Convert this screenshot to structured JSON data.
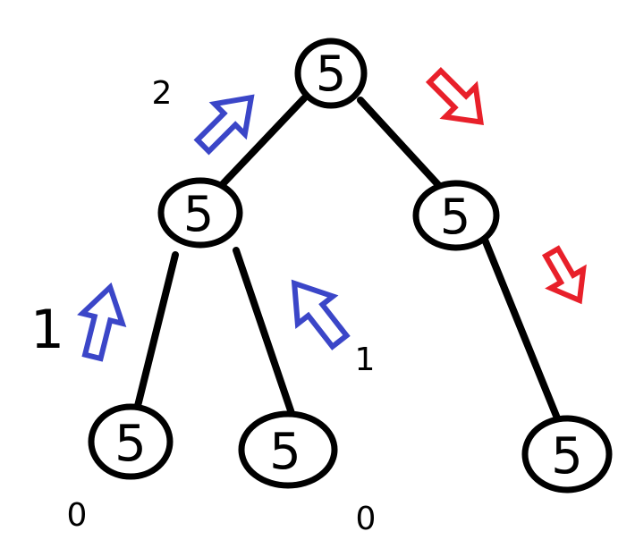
{
  "tree": {
    "nodes": [
      {
        "id": "root",
        "value": "5"
      },
      {
        "id": "left",
        "value": "5"
      },
      {
        "id": "right",
        "value": "5"
      },
      {
        "id": "left-left",
        "value": "5"
      },
      {
        "id": "left-right",
        "value": "5"
      },
      {
        "id": "right-right",
        "value": "5"
      }
    ],
    "edges": [
      {
        "from": "root",
        "to": "left"
      },
      {
        "from": "root",
        "to": "right"
      },
      {
        "from": "left",
        "to": "left-left"
      },
      {
        "from": "left",
        "to": "left-right"
      },
      {
        "from": "right",
        "to": "right-right"
      }
    ]
  },
  "labels": {
    "root_left": "2",
    "left_left": "1",
    "left_right": "1",
    "leaf_ll": "0",
    "leaf_lr": "0"
  },
  "arrows": {
    "up_color": "#3B46C8",
    "down_color": "#E8202A",
    "items": [
      {
        "name": "up-arrow-left-root",
        "icon": "up-arrow-icon",
        "color": "#3B46C8"
      },
      {
        "name": "up-arrow-leftleft",
        "icon": "up-arrow-icon",
        "color": "#3B46C8"
      },
      {
        "name": "up-arrow-leftright",
        "icon": "up-arrow-icon",
        "color": "#3B46C8"
      },
      {
        "name": "down-arrow-root-right",
        "icon": "down-arrow-icon",
        "color": "#E8202A"
      },
      {
        "name": "down-arrow-right-rightright",
        "icon": "down-arrow-icon",
        "color": "#E8202A"
      }
    ]
  }
}
